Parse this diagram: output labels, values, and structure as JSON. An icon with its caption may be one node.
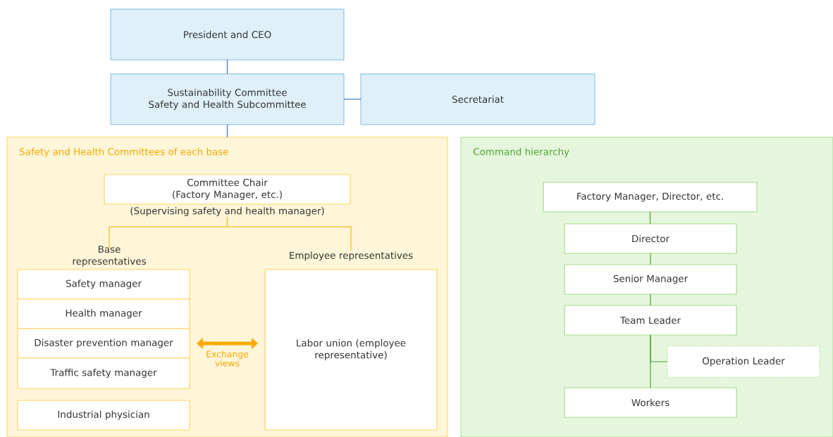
{
  "diagram": {
    "nodes": [
      {
        "text": [
          "President and CEO"
        ]
      },
      {
        "text": [
          "Sustainability Committee",
          "Safety and Health Subcommittee"
        ]
      },
      {
        "text": [
          "Secretariat"
        ]
      },
      {
        "text": [
          "Safety and Health Committees of each base"
        ]
      },
      {
        "text": [
          "Committee Chair (Factory Manager, etc.)"
        ],
        "beside": [
          "(Supervising safety and health manager)"
        ],
        "in": 3
      },
      {
        "text": [
          "Base representatives"
        ],
        "in": 3
      },
      {
        "text": [
          "Safety manager"
        ],
        "in": 3
      },
      {
        "text": [
          "Health manager"
        ],
        "in": 3
      },
      {
        "text": [
          "Disaster prevention manager"
        ],
        "in": 3
      },
      {
        "text": [
          "Traffic safety manager"
        ],
        "in": 3
      },
      {
        "text": [
          "Industrial physician"
        ],
        "in": 3
      },
      {
        "text": [
          "Employee representatives"
        ],
        "in": 3
      },
      {
        "text": [
          "Labor union (employee representative)"
        ],
        "in": 3
      },
      {
        "text": [
          "Command hierarchy"
        ]
      },
      {
        "text": [
          "Factory Manager, Director, etc."
        ],
        "in": 13
      },
      {
        "text": [
          "Director"
        ],
        "in": 13
      },
      {
        "text": [
          "Senior Manager"
        ],
        "in": 13
      },
      {
        "text": [
          "Team Leader"
        ],
        "in": 13
      },
      {
        "text": [
          "Operation Leader"
        ],
        "in": 13
      },
      {
        "text": [
          "Workers"
        ],
        "in": 13
      }
    ],
    "edges": [
      {
        "from": 0,
        "to": 1,
        "arrow": "none",
        "color": "#3b73d1"
      },
      {
        "from": 1,
        "to": 2,
        "arrow": "none",
        "color": "#3b73d1"
      },
      {
        "from": 1,
        "to": 3,
        "arrow": "none",
        "color": "#3b73d1"
      },
      {
        "from": 4,
        "to": 5,
        "arrow": "none",
        "color": "#f5bd1f"
      },
      {
        "from": 4,
        "to": 11,
        "arrow": "none",
        "color": "#f5bd1f"
      },
      {
        "from": 8,
        "to": 12,
        "arrow": "both",
        "label": "Exchange views",
        "style": "thick",
        "color": "#ffaa00"
      },
      {
        "from": 14,
        "to": 15,
        "arrow": "none"
      },
      {
        "from": 15,
        "to": 16,
        "arrow": "none"
      },
      {
        "from": 16,
        "to": 17,
        "arrow": "none"
      },
      {
        "from": 17,
        "to": 18,
        "arrow": "none"
      },
      {
        "from": 17,
        "to": 19,
        "arrow": "none"
      }
    ]
  }
}
